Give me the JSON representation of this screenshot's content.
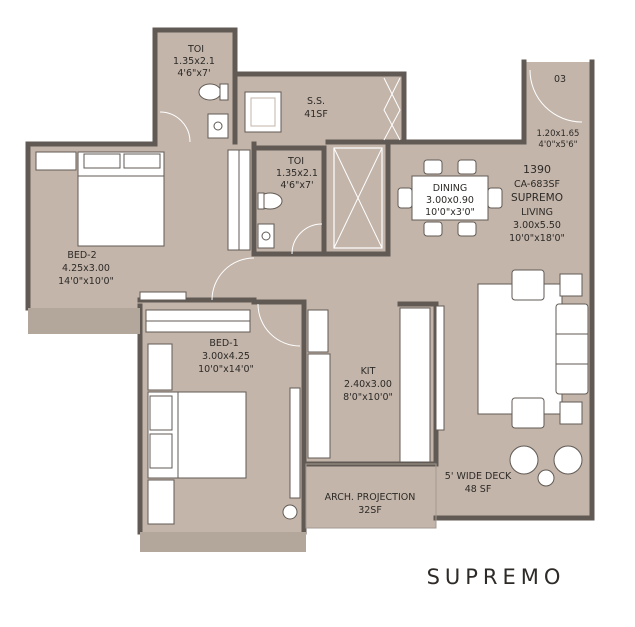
{
  "plan_title": "SUPREMO",
  "rooms": {
    "toi1": {
      "name": "TOI",
      "metric": "1.35x2.1",
      "imperial": "4'6\"x7'"
    },
    "ss": {
      "name": "S.S.",
      "area": "41SF"
    },
    "toi2": {
      "name": "TOI",
      "metric": "1.35x2.1",
      "imperial": "4'6\"x7'"
    },
    "unit03": {
      "name": "03",
      "metric": "1.20x1.65",
      "imperial": "4'0\"x5'6\""
    },
    "bed2": {
      "name": "BED-2",
      "metric": "4.25x3.00",
      "imperial": "14'0\"x10'0\""
    },
    "dining": {
      "name": "DINING",
      "metric": "3.00x0.90",
      "imperial": "10'0\"x3'0\""
    },
    "summary": {
      "total": "1390",
      "carpet": "CA-683SF",
      "brand": "SUPREMO"
    },
    "living": {
      "name": "LIVING",
      "metric": "3.00x5.50",
      "imperial": "10'0\"x18'0\""
    },
    "bed1": {
      "name": "BED-1",
      "metric": "3.00x4.25",
      "imperial": "10'0\"x14'0\""
    },
    "kit": {
      "name": "KIT",
      "metric": "2.40x3.00",
      "imperial": "8'0\"x10'0\""
    },
    "deck": {
      "name": "5' WIDE DECK",
      "area": "48 SF"
    },
    "arch": {
      "name": "ARCH. PROJECTION",
      "area": "32SF"
    }
  },
  "colors": {
    "floor": "#c3b5aa",
    "wall": "#615a54",
    "furniture": "#ffffff",
    "text": "#2d2a27"
  }
}
